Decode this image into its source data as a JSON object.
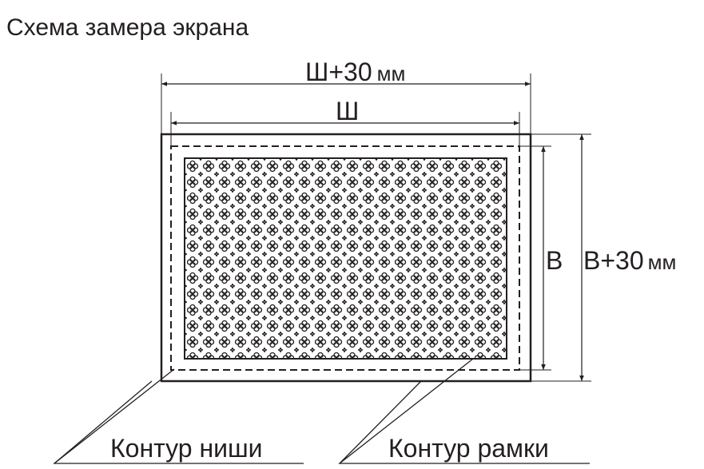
{
  "title": "Схема замера экрана",
  "dimensions": {
    "outer_width": {
      "main": "Ш+30",
      "unit": "мм"
    },
    "inner_width": "Ш",
    "inner_height": "В",
    "outer_height": {
      "main": "В+30",
      "unit": "мм"
    }
  },
  "callouts": {
    "niche": "Контур ниши",
    "frame": "Контур рамки"
  },
  "colors": {
    "ink": "#231f20",
    "background": "#ffffff"
  }
}
